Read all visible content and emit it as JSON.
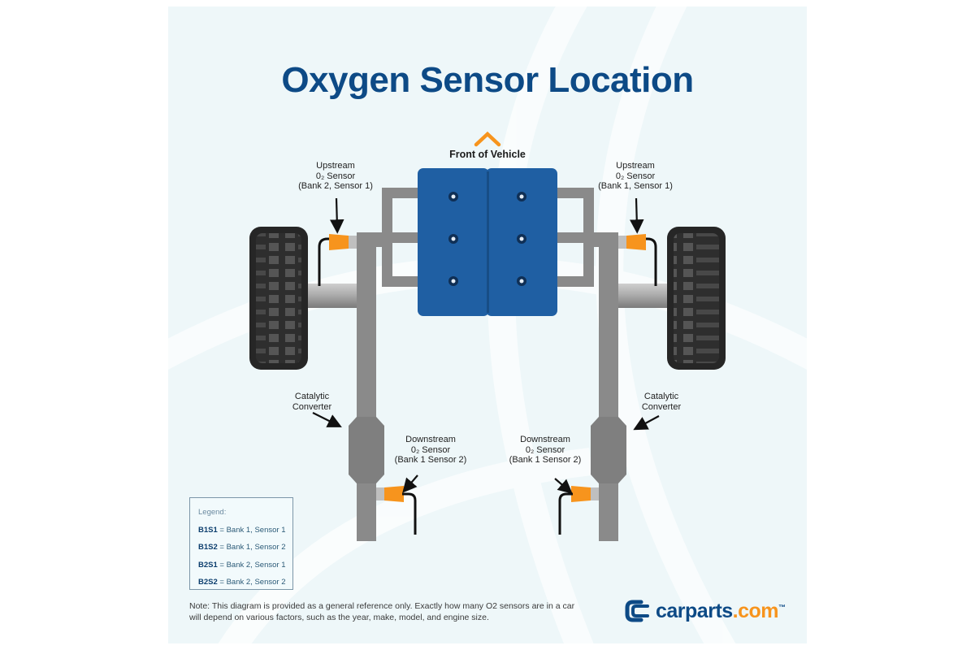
{
  "title": "Oxygen Sensor Location",
  "front_label": "Front of Vehicle",
  "labels": {
    "upstream_left": [
      "Upstream",
      "0₂ Sensor",
      "(Bank 2, Sensor 1)"
    ],
    "upstream_right": [
      "Upstream",
      "0₂ Sensor",
      "(Bank 1, Sensor 1)"
    ],
    "catalytic_left": [
      "Catalytic",
      "Converter"
    ],
    "catalytic_right": [
      "Catalytic",
      "Converter"
    ],
    "downstream_left": [
      "Downstream",
      "0₂ Sensor",
      "(Bank 1 Sensor 2)"
    ],
    "downstream_right": [
      "Downstream",
      "0₂ Sensor",
      "(Bank 1 Sensor 2)"
    ]
  },
  "legend": {
    "title": "Legend:",
    "items": [
      {
        "code": "B1S1",
        "desc": "= Bank 1, Sensor 1"
      },
      {
        "code": "B1S2",
        "desc": "= Bank 1, Sensor 2"
      },
      {
        "code": "B2S1",
        "desc": "= Bank 2, Sensor 1"
      },
      {
        "code": "B2S2",
        "desc": "= Bank 2, Sensor 2"
      }
    ]
  },
  "note": "Note: This diagram is provided as a general reference only. Exactly how many O2 sensors are in a car will depend on various factors, such as the year, make, model, and engine size.",
  "brand": {
    "name": "carparts",
    "tld": ".com",
    "tm": "™"
  },
  "colors": {
    "title": "#0d4a86",
    "engine": "#1f5fa3",
    "pipe": "#8a8a8a",
    "sensor": "#f7941d",
    "tire": "#2a2a2a",
    "background": "#eef7f9"
  },
  "icons": [
    "chevron-up-icon",
    "carparts-logo-icon"
  ]
}
